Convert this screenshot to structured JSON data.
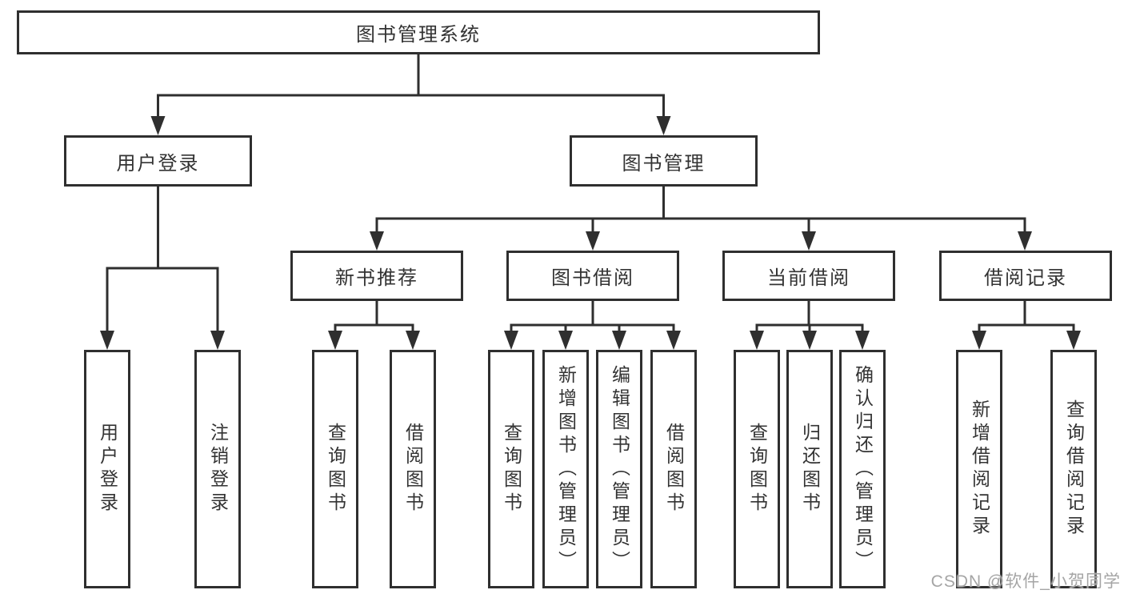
{
  "tree": {
    "label": "图书管理系统",
    "children": [
      {
        "label": "用户登录",
        "children": [
          {
            "label": "用户登录"
          },
          {
            "label": "注销登录"
          }
        ]
      },
      {
        "label": "图书管理",
        "children": [
          {
            "label": "新书推荐",
            "children": [
              {
                "label": "查询图书"
              },
              {
                "label": "借阅图书"
              }
            ]
          },
          {
            "label": "图书借阅",
            "children": [
              {
                "label": "查询图书"
              },
              {
                "label": "新增图书（管理员）"
              },
              {
                "label": "编辑图书（管理员）"
              },
              {
                "label": "借阅图书"
              }
            ]
          },
          {
            "label": "当前借阅",
            "children": [
              {
                "label": "查询图书"
              },
              {
                "label": "归还图书"
              },
              {
                "label": "确认归还（管理员）"
              }
            ]
          },
          {
            "label": "借阅记录",
            "children": [
              {
                "label": "新增借阅记录"
              },
              {
                "label": "查询借阅记录"
              }
            ]
          }
        ]
      }
    ]
  },
  "watermark": {
    "text": "CSDN @软件_小贺同学"
  },
  "colors": {
    "line": "#2f2f2f",
    "text": "#333333",
    "background": "#ffffff",
    "watermark": "#a5a5a5"
  }
}
